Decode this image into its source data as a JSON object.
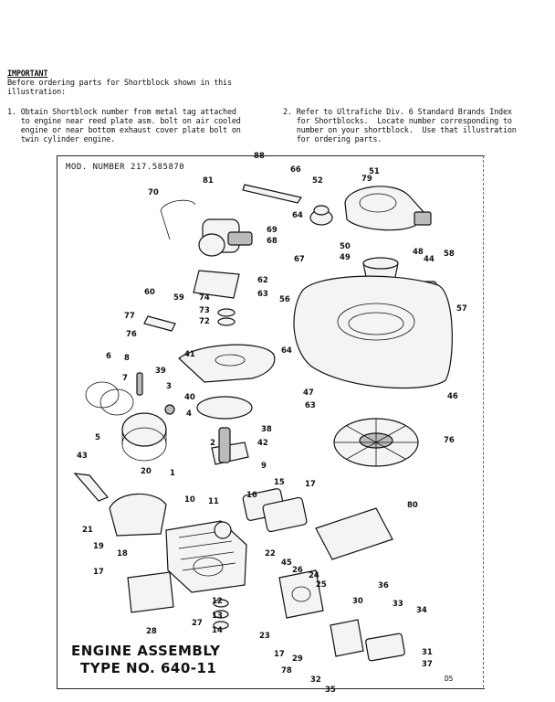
{
  "notes": {
    "heading": "IMPORTANT",
    "intro_line1": "Before ordering parts for Shortblock shown in this",
    "intro_line2": "illustration:",
    "step1": "1. Obtain Shortblock number from metal tag attached\n   to engine near reed plate asm. bolt on air cooled\n   engine or near bottom exhaust cover plate bolt on\n   twin cylinder engine.",
    "step2": "2. Refer to Ultrafiche Div. 6 Standard Brands Index\n   for Shortblocks.  Locate number corresponding to\n   number on your shortblock.  Use that illustration\n   for ordering parts."
  },
  "diagram": {
    "model_number": "MOD. NUMBER 217.585870",
    "title_line1": "ENGINE ASSEMBLY",
    "title_line2": "TYPE NO. 640-11",
    "page_code": "D5",
    "part_labels": [
      "88",
      "66",
      "52",
      "79",
      "51",
      "70",
      "81",
      "64",
      "69",
      "68",
      "67",
      "50",
      "49",
      "48",
      "58",
      "44",
      "57",
      "62",
      "63",
      "60",
      "59",
      "74",
      "73",
      "72",
      "56",
      "77",
      "76",
      "41",
      "64",
      "39",
      "8",
      "6",
      "7",
      "47",
      "63",
      "46",
      "3",
      "40",
      "38",
      "4",
      "2",
      "42",
      "76",
      "5",
      "43",
      "20",
      "1",
      "9",
      "15",
      "17",
      "21",
      "10",
      "11",
      "16",
      "80",
      "19",
      "18",
      "22",
      "45",
      "26",
      "24",
      "17",
      "25",
      "12",
      "13",
      "14",
      "27",
      "28",
      "23",
      "36",
      "33",
      "30",
      "34",
      "17",
      "29",
      "31",
      "78",
      "37",
      "32",
      "35"
    ]
  }
}
